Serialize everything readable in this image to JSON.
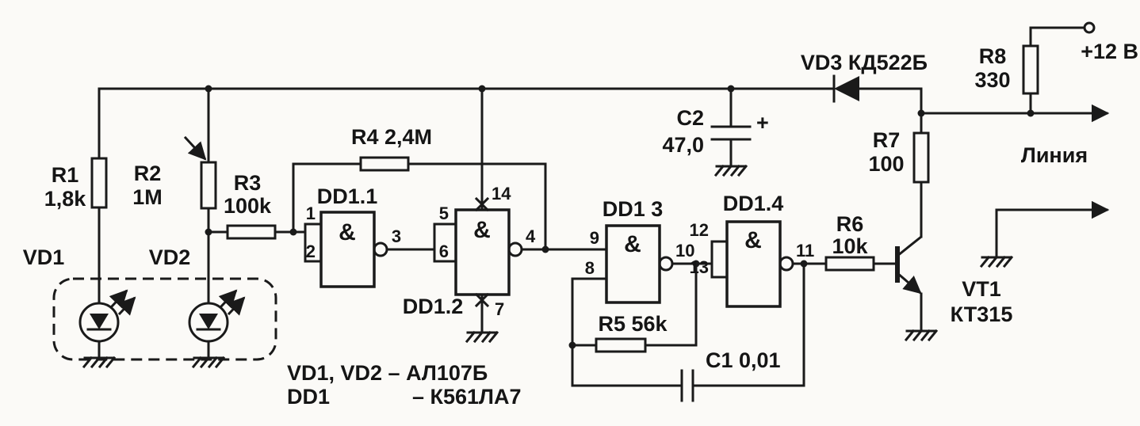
{
  "schematic": {
    "gate_symbol": "&",
    "plus_sign": "+",
    "power_label": "+12 В",
    "line_label": "Линия",
    "components": {
      "r1": {
        "ref": "R1",
        "value": "1,8k"
      },
      "r2": {
        "ref": "R2",
        "value": "1M"
      },
      "r3": {
        "ref": "R3",
        "value": "100k"
      },
      "r4": {
        "ref": "R4 2,4M"
      },
      "r5": {
        "ref": "R5 56k"
      },
      "r6": {
        "ref": "R6",
        "value": "10k"
      },
      "r7": {
        "ref": "R7",
        "value": "100"
      },
      "r8": {
        "ref": "R8",
        "value": "330"
      },
      "c1": {
        "ref": "C1 0,01"
      },
      "c2": {
        "ref": "C2",
        "value": "47,0"
      },
      "vd1": {
        "ref": "VD1"
      },
      "vd2": {
        "ref": "VD2"
      },
      "vd3": {
        "ref": "VD3 КД522Б"
      },
      "vt1": {
        "ref": "VT1",
        "value": "КТ315"
      },
      "dd1_1": {
        "ref": "DD1.1"
      },
      "dd1_2": {
        "ref": "DD1.2"
      },
      "dd1_3": {
        "ref": "DD1 3"
      },
      "dd1_4": {
        "ref": "DD1.4"
      }
    },
    "pins": {
      "p1": "1",
      "p2": "2",
      "p3": "3",
      "p4": "4",
      "p5": "5",
      "p6": "6",
      "p7": "7",
      "p8": "8",
      "p9": "9",
      "p10": "10",
      "p11": "11",
      "p12": "12",
      "p13": "13",
      "p14": "14"
    },
    "notes": {
      "line1": "VD1, VD2 – АЛ107Б",
      "line2_ref": "DD1",
      "line2_value": "– К561ЛА7"
    }
  }
}
